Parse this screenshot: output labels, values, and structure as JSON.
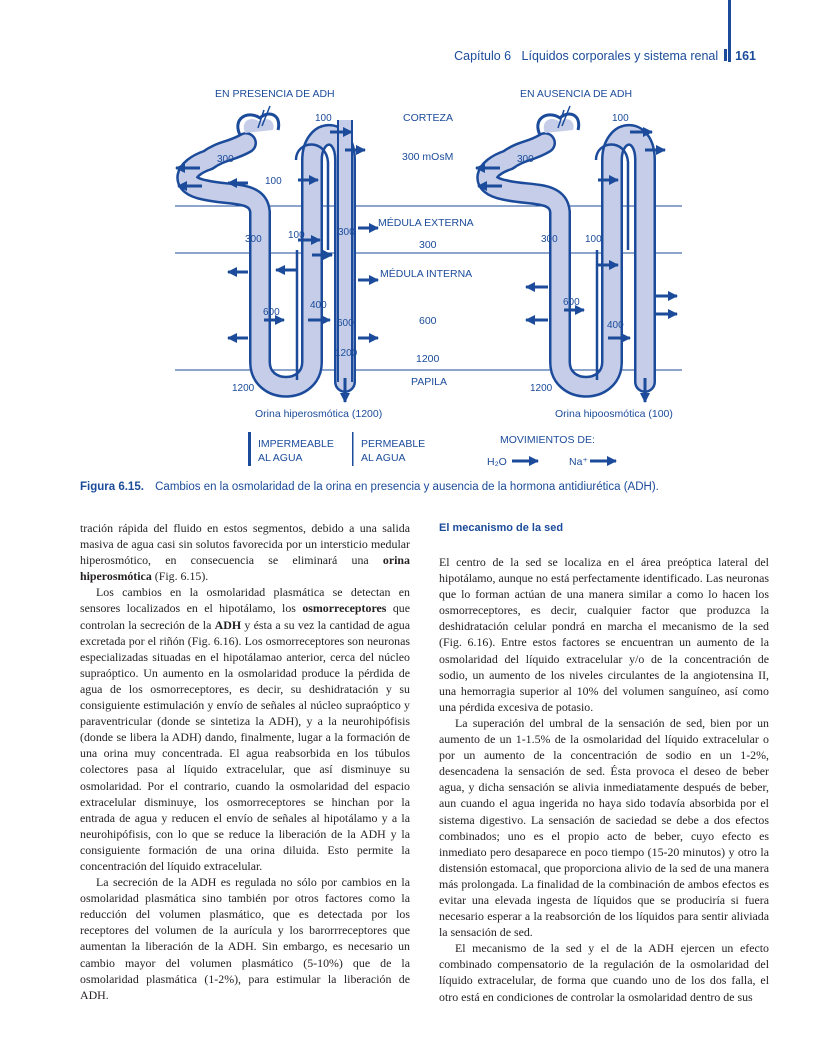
{
  "header": {
    "chapter": "Capítulo 6",
    "title": "Líquidos corporales y sistema renal",
    "page": "161"
  },
  "figure": {
    "left_title": "EN PRESENCIA DE ADH",
    "right_title": "EN AUSENCIA DE ADH",
    "zones": {
      "corteza": "CORTEZA",
      "corteza_value": "300 mOsM",
      "medula_externa": "MÉDULA EXTERNA",
      "medula_externa_value": "300",
      "medula_interna": "MÉDULA INTERNA",
      "medula_interna_value": "600",
      "papila_value": "1200",
      "papila": "PAPILA"
    },
    "left_values": {
      "v100_top": "100",
      "v300_prox": "300",
      "v100_a": "100",
      "v300_limb": "300",
      "v100_b": "100",
      "v300_duct": "300",
      "v600": "600",
      "v400": "400",
      "v600_duct": "600",
      "v1200_duct": "1200",
      "v1200_loop": "1200"
    },
    "right_values": {
      "v100_top": "100",
      "v300_prox": "300",
      "v300_limb": "300",
      "v100_limb": "100",
      "v600": "600",
      "v400": "400",
      "v1200_loop": "1200"
    },
    "left_output": "Orina hiperosmótica (1200)",
    "right_output": "Orina hipoosmótica (100)",
    "legend": {
      "impermeable_1": "IMPERMEABLE",
      "impermeable_2": "AL AGUA",
      "permeable_1": "PERMEABLE",
      "permeable_2": "AL AGUA",
      "movements": "MOVIMIENTOS DE:",
      "h2o": "H₂O",
      "na": "Na⁺"
    },
    "colors": {
      "tubule_fill": "#c5cde8",
      "accent": "#1b4b9a"
    }
  },
  "caption": {
    "label": "Figura 6.15.",
    "text": "Cambios en la osmolaridad de la orina en presencia y ausencia de la hormona antidiurética (ADH)."
  },
  "col1": {
    "p1a": "tración rápida del fluido en estos segmentos, debido a una salida masiva de agua casi sin solutos favorecida por un intersticio medular hiperosmótico, en consecuencia se eliminará una ",
    "p1b": "orina hiperosmótica",
    "p1c": " (Fig. 6.15).",
    "p2a": "Los cambios en la osmolaridad plasmática se detectan en sensores localizados en el hipotálamo, los ",
    "p2b": "osmorreceptores",
    "p2c": " que controlan la secreción de la ",
    "p2d": "ADH",
    "p2e": " y ésta a su vez la cantidad de agua excretada por el riñón (Fig. 6.16). Los osmorreceptores son neuronas especializadas situadas en el hipotálamao anterior, cerca del núcleo supraóptico. Un aumento en la osmolaridad produce la pérdida de agua de los osmorreceptores, es decir, su deshidratación y su consiguiente estimulación y envío de señales al núcleo supraóptico y paraventricular (donde se sintetiza la ADH), y a la neurohipófisis (donde se libera la ADH) dando, finalmente, lugar a la formación de una orina muy concentrada. El agua reabsorbida en los túbulos colectores pasa al líquido extracelular, que así disminuye su osmolaridad. Por el contrario, cuando la osmolaridad del espacio extracelular disminuye, los osmorreceptores se hinchan por la entrada de agua y reducen el envío de señales al hipotálamo y a la neurohipófisis, con lo que se reduce la liberación de la ADH y la consiguiente formación de una orina diluida. Esto permite la concentración del líquido extracelular.",
    "p3": "La secreción de la ADH es regulada no sólo por cambios en la osmolaridad plasmática sino también por otros factores como la reducción del volumen plasmático, que es detectada por los receptores del volumen de la aurícula y los barorrreceptores que aumentan la liberación de la ADH. Sin embargo, es necesario un cambio mayor del volumen plasmático (5-10%) que de la osmolaridad plasmática (1-2%), para estimular la liberación de ADH."
  },
  "col2": {
    "heading": "El mecanismo de la sed",
    "p1": "El centro de la sed se localiza en el área preóptica lateral del hipotálamo, aunque no está perfectamente identificado. Las neuronas que lo forman actúan de una manera similar a como lo hacen los osmorreceptores, es decir, cualquier factor que produzca la deshidratación celular pondrá en marcha el mecanismo de la sed (Fig. 6.16). Entre estos factores se encuentran un aumento de la osmolaridad del líquido extracelular y/o de la concentración de sodio, un aumento de los niveles circulantes de la angiotensina II, una hemorragia superior al 10% del volumen sanguíneo, así como una pérdida excesiva de potasio.",
    "p2": "La superación del umbral de la sensación de sed, bien por un aumento de un 1-1.5% de la osmolaridad del líquido extracelular o por un aumento de la concentración de sodio en un 1-2%, desencadena la sensación de sed. Ésta provoca el deseo de beber agua, y dicha sensación se alivia inmediatamente después de beber, aun cuando el agua ingerida no haya sido todavía absorbida por el sistema digestivo. La sensación de saciedad se debe a dos efectos combinados; uno es el propio acto de beber, cuyo efecto es inmediato pero desaparece en poco tiempo (15-20 minutos) y otro la distensión estomacal, que proporciona alivio de la sed de una manera más prolongada. La finalidad de la combinación de ambos efectos es evitar una elevada ingesta de líquidos que se produciría si fuera necesario esperar a la reabsorción de los líquidos para sentir aliviada la sensación de sed.",
    "p3": "El mecanismo de la sed y el de la ADH ejercen un efecto combinado compensatorio de la regulación de la osmolaridad del líquido extracelular, de forma que cuando uno de los dos falla, el otro está en condiciones de controlar la osmolaridad dentro de sus"
  }
}
